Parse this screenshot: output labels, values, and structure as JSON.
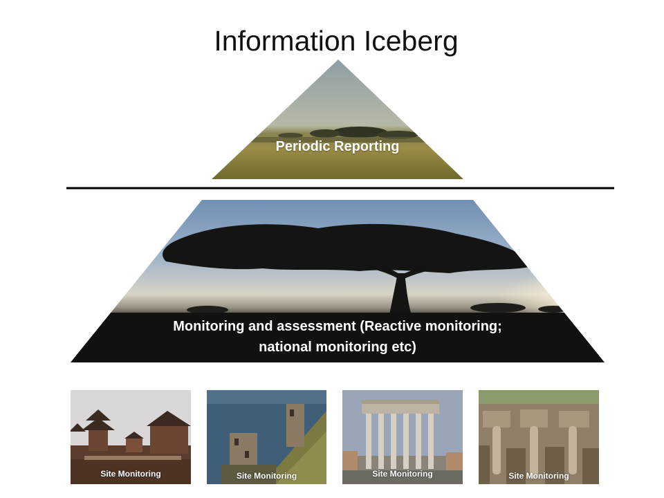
{
  "title": "Information Iceberg",
  "tiers": {
    "top": {
      "label": "Periodic Reporting"
    },
    "middle": {
      "label_line1": "Monitoring and assessment (Reactive monitoring;",
      "label_line2": "national monitoring etc)"
    }
  },
  "sites": [
    {
      "label": "Site Monitoring"
    },
    {
      "label": "Site Monitoring"
    },
    {
      "label": "Site Monitoring"
    },
    {
      "label": "Site Monitoring"
    }
  ]
}
